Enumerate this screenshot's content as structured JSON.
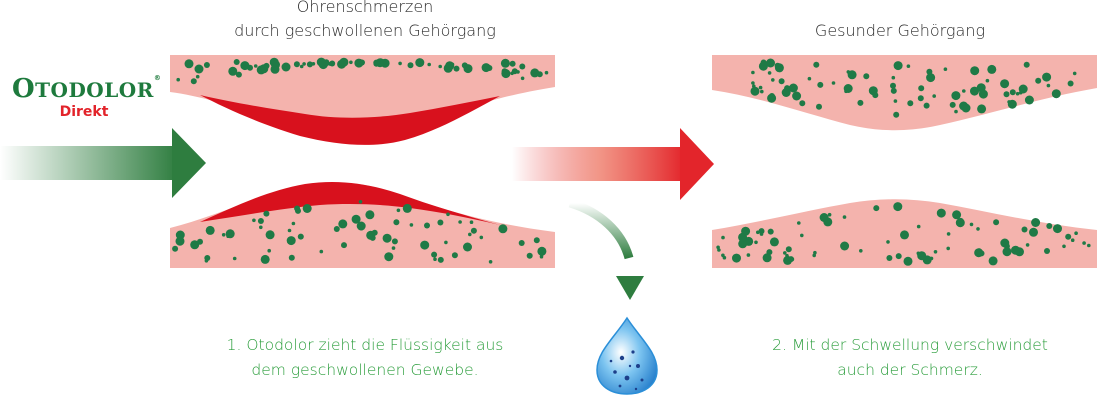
{
  "brand": {
    "initial": "O",
    "rest": "TODOLOR",
    "registered": "®",
    "subtitle": "Direkt",
    "color": "#1e7a3d",
    "subtitle_color": "#e2232a"
  },
  "left_panel": {
    "title_line1": "Ohrenschmerzen",
    "title_line2": "durch geschwollenen Gehörgang"
  },
  "right_panel": {
    "title": "Gesunder Gehörgang"
  },
  "captions": {
    "step1_line1": "1. Otodolor zieht die Flüssigkeit aus",
    "step1_line2": "dem geschwollenen Gewebe.",
    "step2_line1": "2. Mit der Schwellung verschwindet",
    "step2_line2": "auch der Schmerz.",
    "color": "#2a9d3b"
  },
  "colors": {
    "tissue": "#f4b3ad",
    "swelling": "#d8111d",
    "dots": "#1f7a46",
    "green_arrow": "#2e7d3f",
    "red_arrow": "#e3252b",
    "drop": "#2b8fd8"
  },
  "icons": [
    "green-arrow-icon",
    "red-arrow-icon",
    "curved-arrow-icon",
    "water-drop-icon"
  ]
}
